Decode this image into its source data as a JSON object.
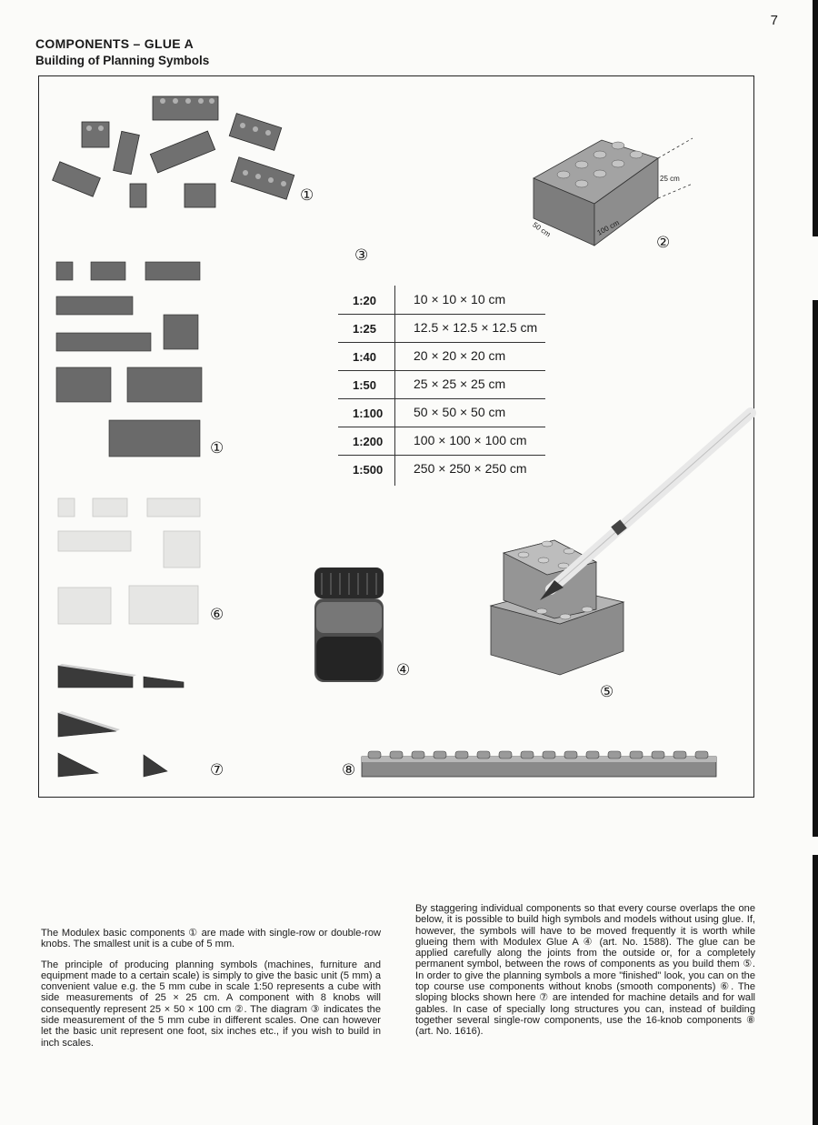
{
  "page": {
    "number": "7"
  },
  "header": {
    "title": "COMPONENTS – GLUE A",
    "subtitle": "Building of Planning Symbols"
  },
  "figure": {
    "markers": {
      "one": "①",
      "two": "②",
      "three": "③",
      "four": "④",
      "five": "⑤",
      "six": "⑥",
      "seven": "⑦",
      "eight": "⑧"
    },
    "brick_dimensions": {
      "height": "25 cm",
      "width": "50 cm",
      "length": "100 cm"
    },
    "scale_table": [
      {
        "scale": "1:20",
        "size": "10 × 10 × 10  cm"
      },
      {
        "scale": "1:25",
        "size": "12.5 × 12.5 × 12.5  cm"
      },
      {
        "scale": "1:40",
        "size": "20 × 20 × 20  cm"
      },
      {
        "scale": "1:50",
        "size": "25 × 25 × 25  cm"
      },
      {
        "scale": "1:100",
        "size": "50 × 50 × 50  cm"
      },
      {
        "scale": "1:200",
        "size": "100 × 100 × 100  cm"
      },
      {
        "scale": "1:500",
        "size": "250 × 250 × 250  cm"
      }
    ],
    "colors": {
      "brick": "#6e6e6e",
      "brick_light": "#9a9a9a",
      "smooth_component": "#e4e4e2"
    }
  },
  "body": {
    "left_column": [
      "The Modulex basic components ① are made with single-row or double-row knobs. The smallest unit is a cube of 5 mm.",
      "The principle of producing planning symbols (machines, furniture and equipment made to a certain scale) is simply to give the basic unit (5 mm) a convenient value e.g. the 5 mm cube in scale 1:50 represents a cube with side measurements of 25 × 25 cm. A component with 8 knobs will consequently represent 25 × 50 × 100 cm ②. The diagram ③ indicates the side measurement of the 5 mm cube in different scales. One can however let the basic unit represent one foot, six inches etc., if you wish to build in inch scales."
    ],
    "right_column": [
      "By staggering individual components so that every course overlaps the one below, it is possible to build high symbols and models without using glue. If, however, the symbols will have to be moved frequently it is worth while glueing them with Modulex Glue A ④ (art. No. 1588). The glue can be applied carefully along the joints from the outside or, for a completely permanent symbol, between the rows of components as you build them ⑤. In order to give the planning symbols a more \"finished\" look, you can on the top course use components without knobs (smooth components) ⑥. The sloping blocks shown here ⑦ are intended for machine details and for wall gables. In case of specially long structures you can, instead of building together several single-row components, use the 16-knob components ⑧ (art. No. 1616)."
    ]
  }
}
